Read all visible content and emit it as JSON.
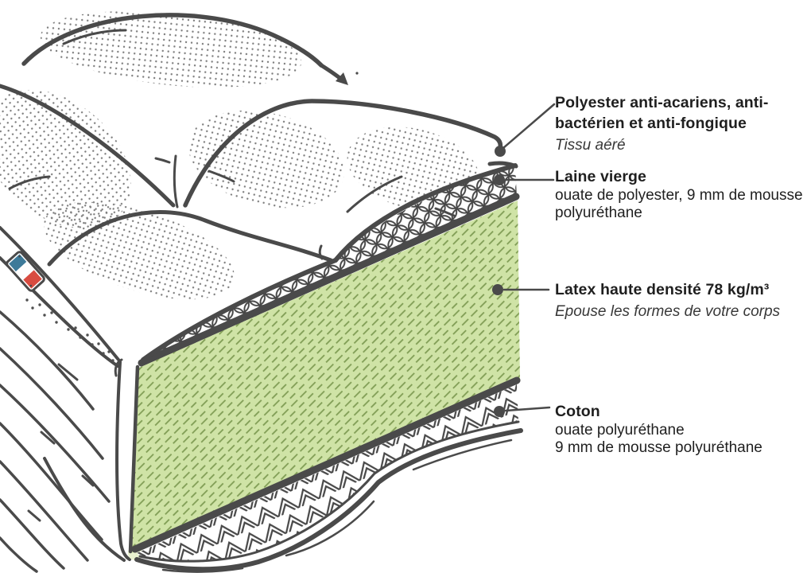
{
  "illustration": {
    "subject": "mattress-cutaway-cross-section",
    "flag_icon": "french-flag",
    "colors": {
      "outline": "#4a4a4a",
      "latex_green": "#cfe3a6",
      "latex_hatch": "#7f9c54",
      "flag_blue": "#3d7a99",
      "flag_red": "#d84b40",
      "flag_white": "#fdfdfd"
    }
  },
  "labels": [
    {
      "id": "polyester",
      "title": "Polyester anti-acariens, anti-bactérien et anti-fongique",
      "subtitle": "Tissu aéré"
    },
    {
      "id": "laine",
      "title": "Laine vierge",
      "desc_line1": "ouate de polyester, 9 mm de mousse",
      "desc_line2": "polyuréthane"
    },
    {
      "id": "latex",
      "title": "Latex haute densité 78 kg/m³",
      "subtitle": "Epouse les formes de votre corps"
    },
    {
      "id": "coton",
      "title": "Coton",
      "desc_line1": "ouate polyuréthane",
      "desc_line2": "9 mm de mousse polyuréthane"
    }
  ]
}
